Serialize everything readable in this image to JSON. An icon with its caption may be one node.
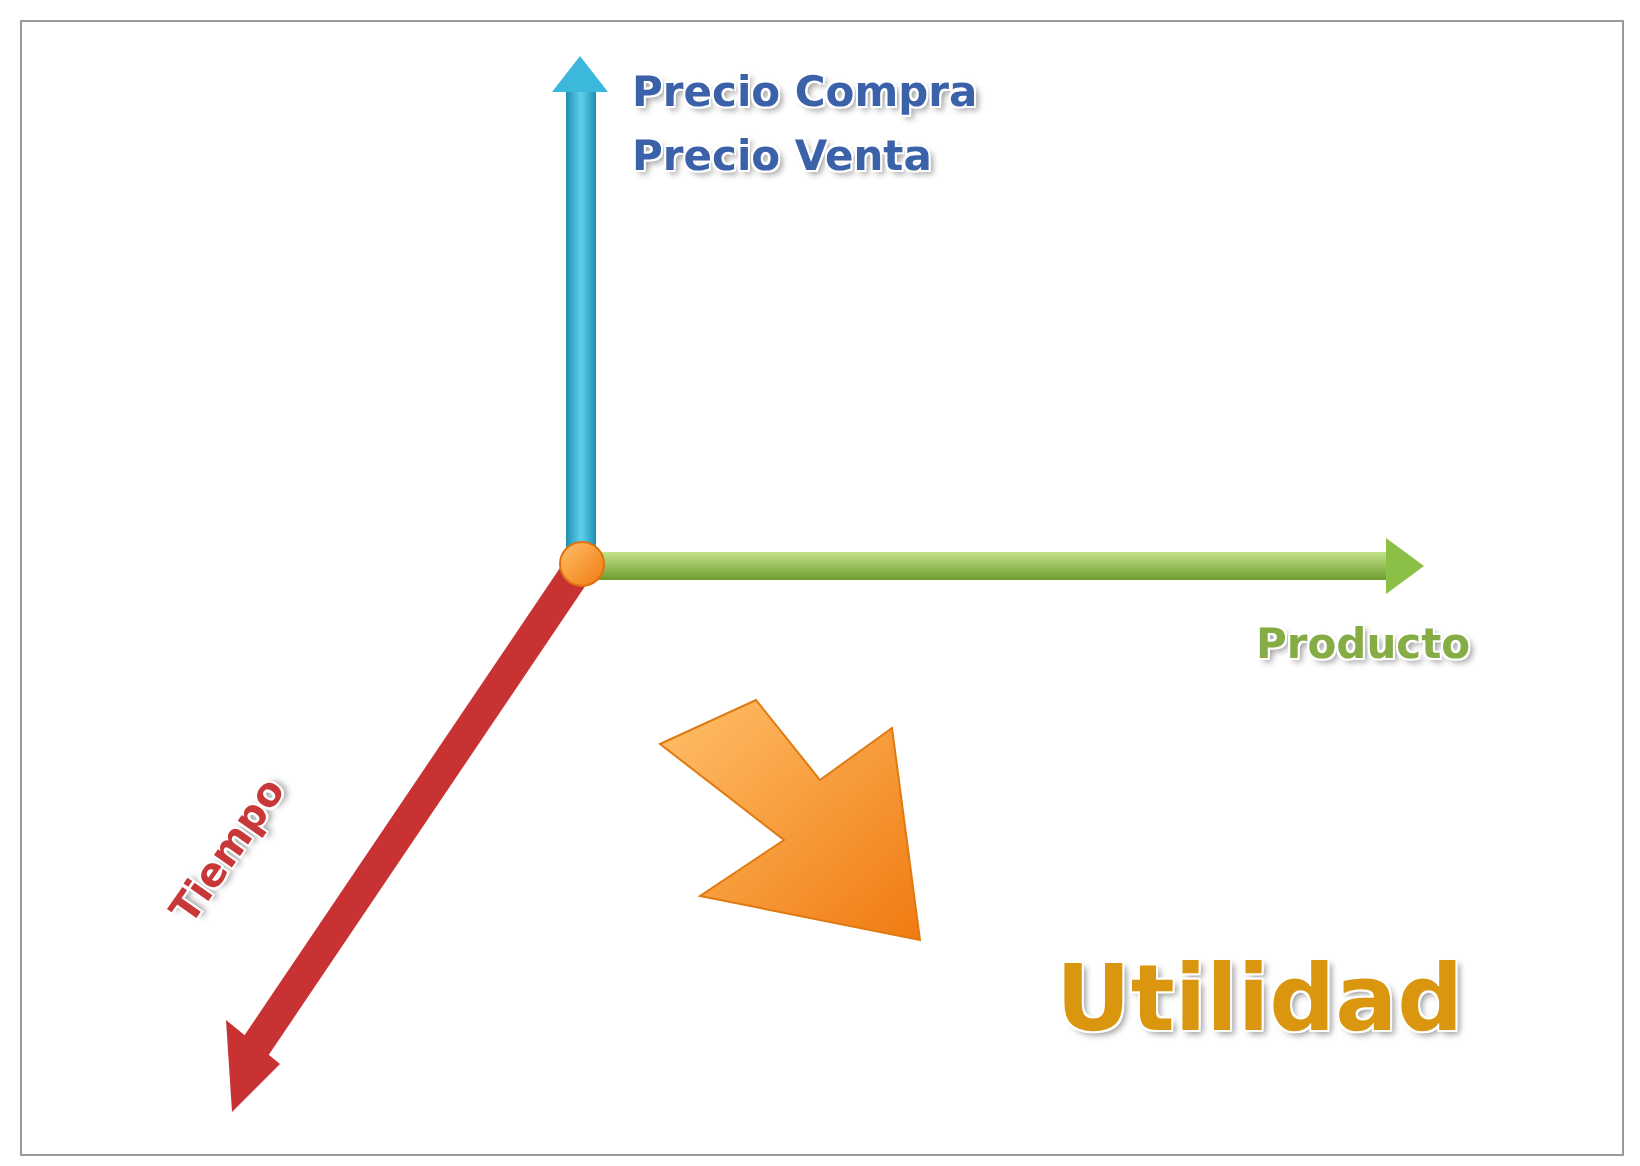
{
  "diagram": {
    "labels": [
      "Precio Compra",
      "Precio Venta",
      "Producto",
      "Tiempo",
      "Utilidad"
    ]
  }
}
